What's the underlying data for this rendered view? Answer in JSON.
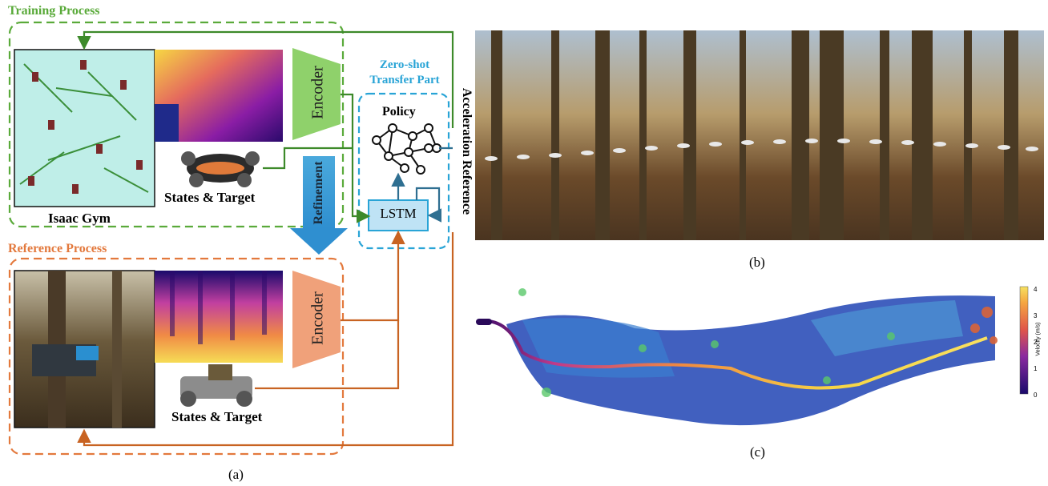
{
  "diagram": {
    "training_title": "Training Process",
    "reference_title": "Reference Process",
    "isaac_label": "Isaac Gym",
    "states_target_top": "States & Target",
    "states_target_bottom": "States & Target",
    "encoder_top": "Encoder",
    "encoder_bottom": "Encoder",
    "refinement": "Refinement",
    "zero_shot_title_1": "Zero-shot",
    "zero_shot_title_2": "Transfer Part",
    "policy": "Policy",
    "lstm": "LSTM",
    "acceleration_reference": "Acceleration Reference",
    "colors": {
      "training": "#5aaa3a",
      "reference": "#e3793d",
      "zero_shot": "#29a4d6",
      "lstm_fill": "#bfe3f5",
      "arrow_green": "#3d8a2a",
      "arrow_orange": "#c86322",
      "arrow_blue": "#2f6f91"
    }
  },
  "captions": {
    "a": "(a)",
    "b": "(b)",
    "c": "(c)"
  },
  "colorbar": {
    "label": "Velocity (m/s)",
    "ticks": [
      "0",
      "1",
      "2",
      "3",
      "4"
    ]
  }
}
